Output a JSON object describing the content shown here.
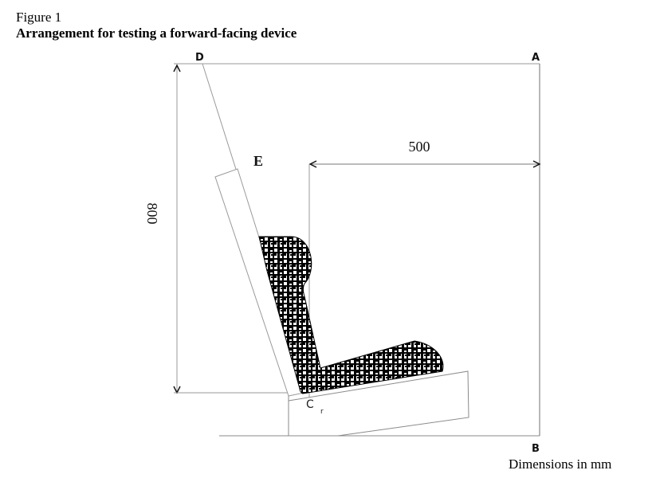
{
  "figure": {
    "number_label": "Figure 1",
    "title": "Arrangement for testing a forward-facing device",
    "units_note": "Dimensions in mm"
  },
  "diagram": {
    "points": {
      "A": "A",
      "B": "B",
      "D": "D",
      "E": "E",
      "Cr_main": "C",
      "Cr_sub": "r"
    },
    "dimensions": {
      "horizontal": "500",
      "vertical": "800"
    },
    "colors": {
      "line": "#8a8a8a",
      "frame_line": "#6f6f6f",
      "arrow": "#111111",
      "device_fill": "#000000",
      "background": "#ffffff"
    },
    "components": [
      "test-frame-rectangle",
      "seat-back-reference-line",
      "seat-back-cushion",
      "seat-base-cushion",
      "child-restraint-device",
      "vertical-dimension-800",
      "horizontal-dimension-500"
    ]
  }
}
